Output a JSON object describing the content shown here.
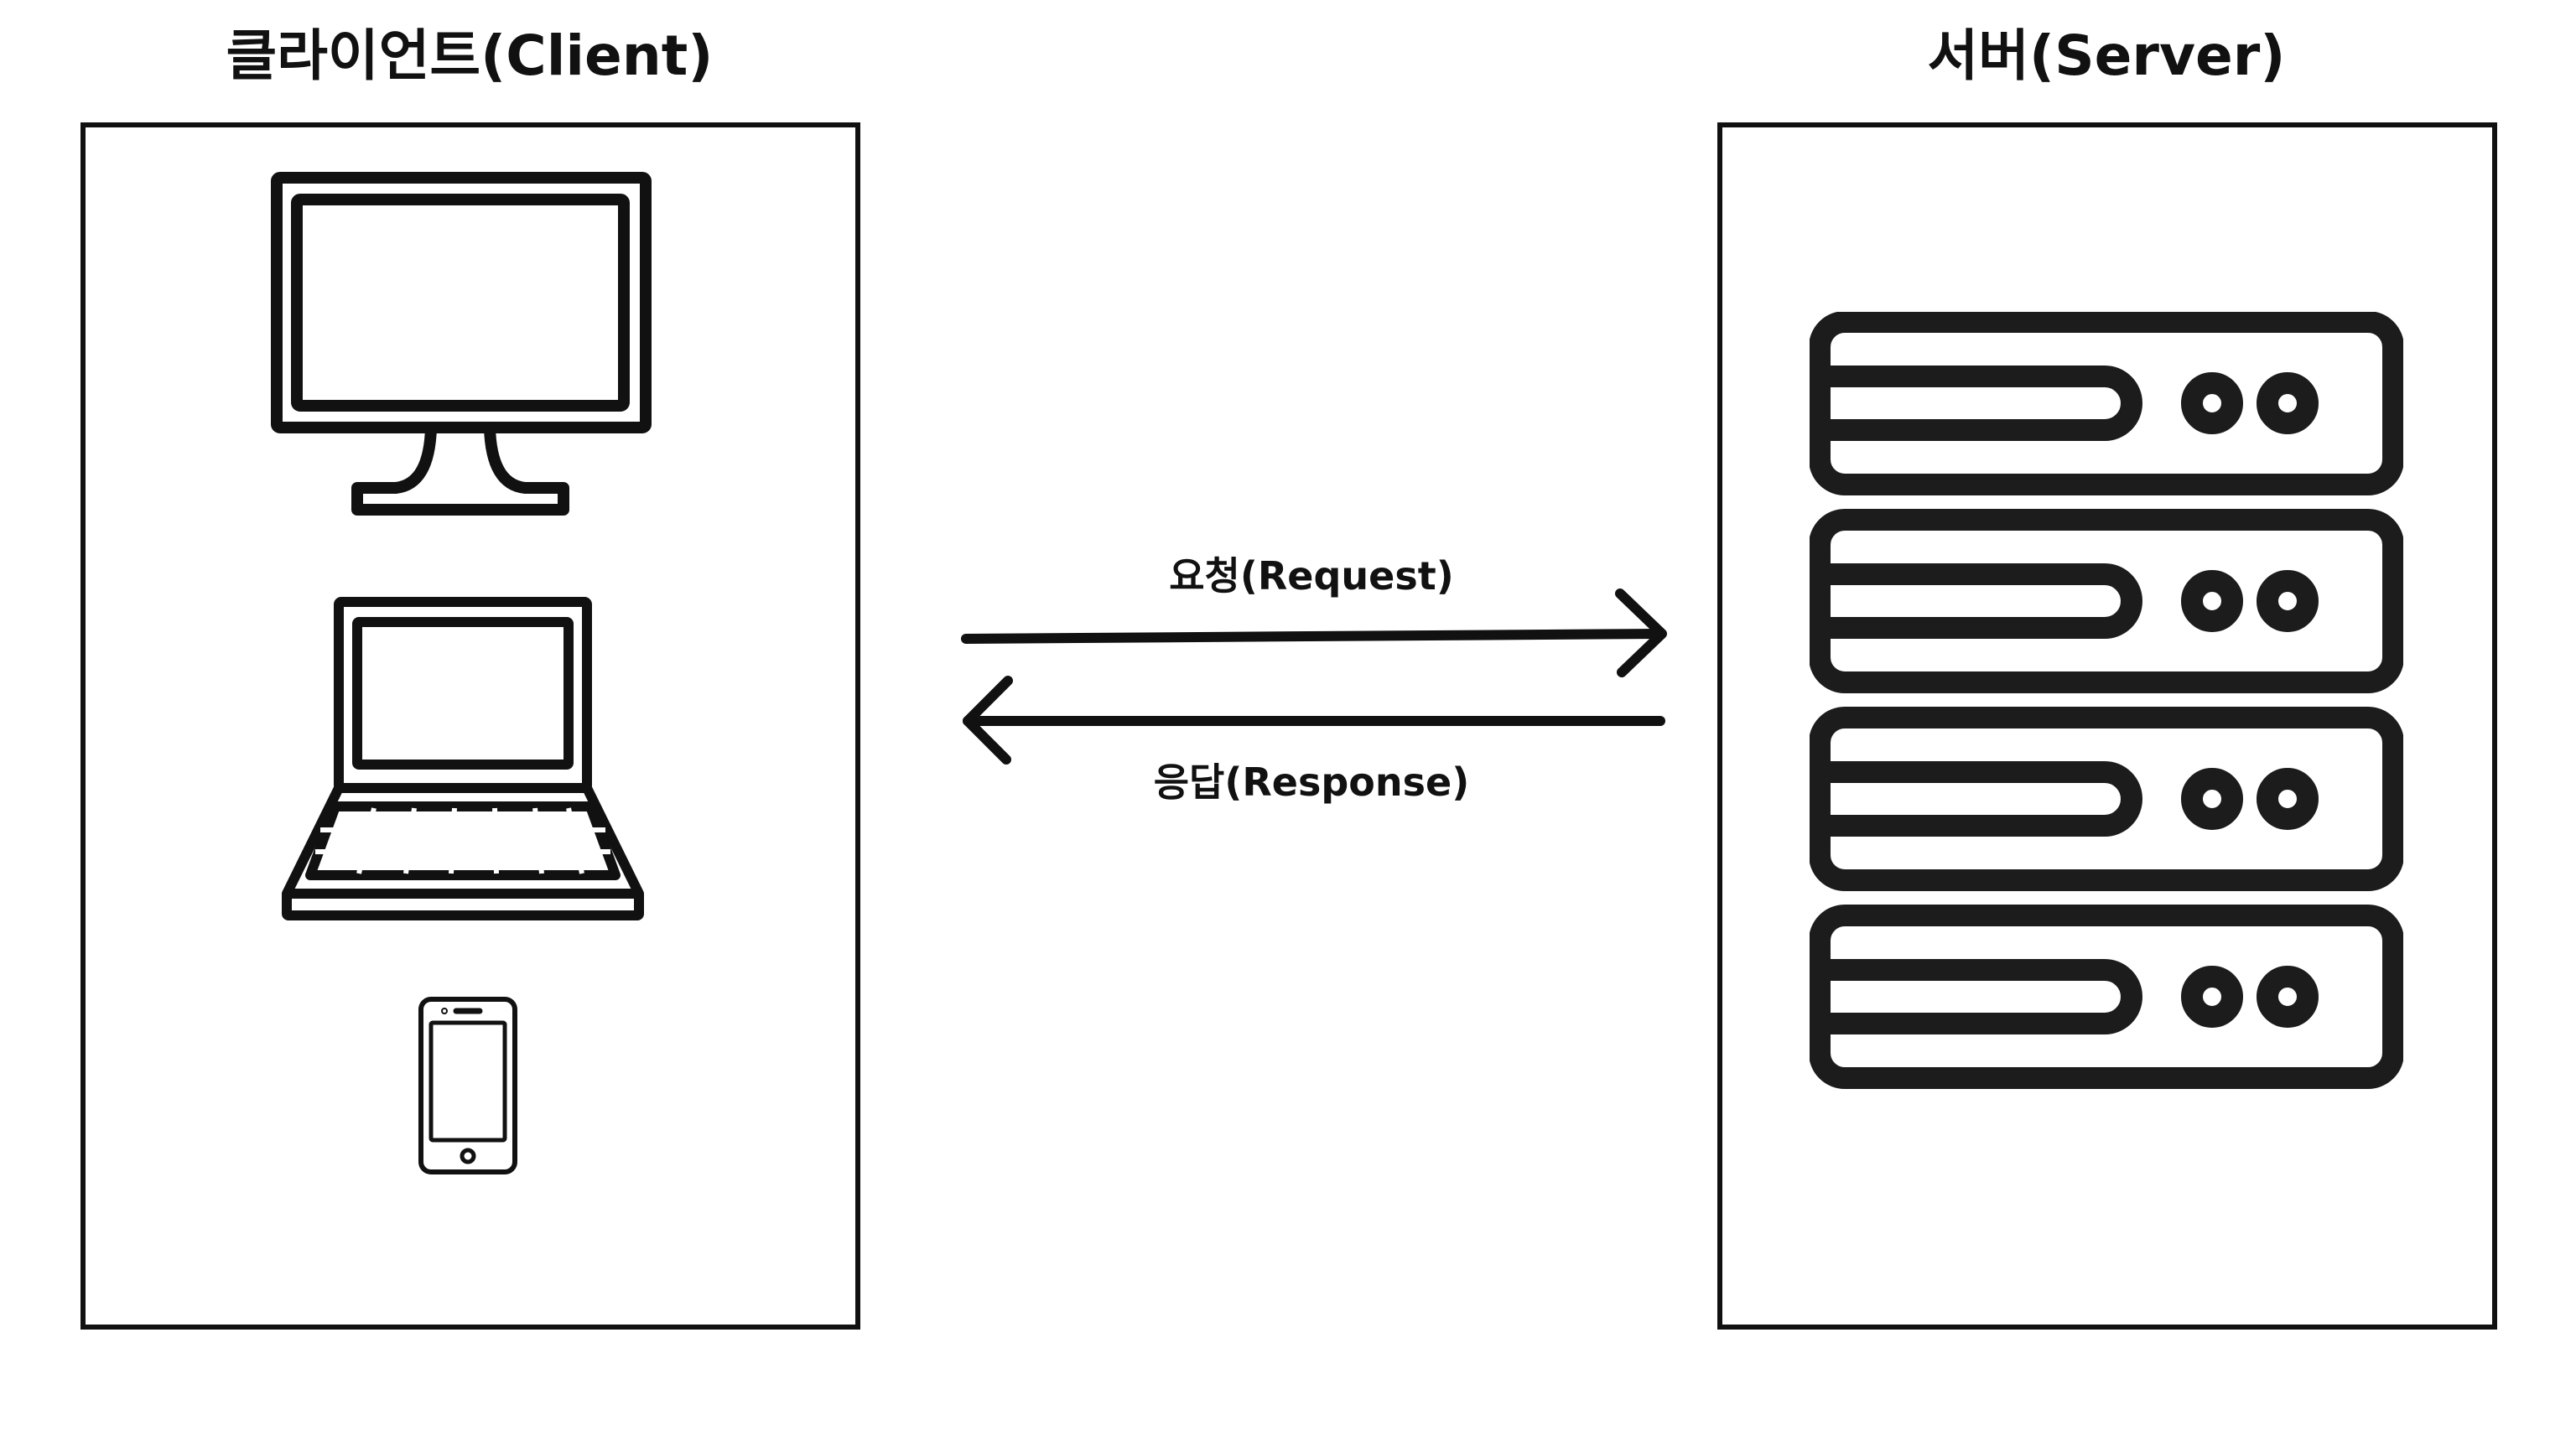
{
  "client": {
    "title": "클라이언트(Client)",
    "devices": [
      "monitor-icon",
      "laptop-icon",
      "smartphone-icon"
    ]
  },
  "server": {
    "title": "서버(Server)",
    "units": 4
  },
  "flow": {
    "request_label": "요청(Request)",
    "response_label": "응답(Response)"
  },
  "colors": {
    "stroke": "#111111",
    "background": "#ffffff"
  }
}
